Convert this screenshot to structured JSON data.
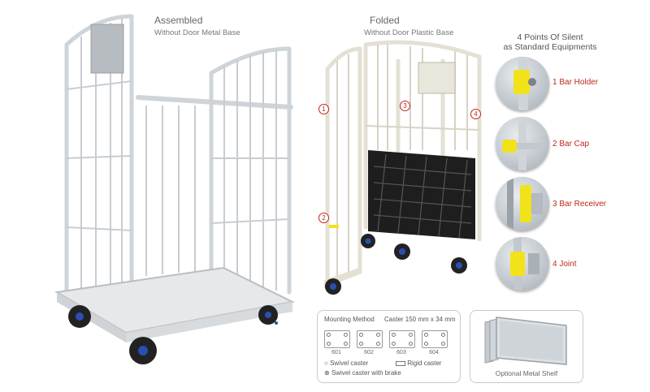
{
  "assembled": {
    "title": "Assembled",
    "subtitle": "Without Door Metal Base"
  },
  "folded": {
    "title": "Folded",
    "subtitle": "Without Door Plastic Base"
  },
  "points": {
    "heading": [
      "4 Points Of Silent",
      "as Standard Equipments"
    ],
    "items": [
      {
        "num": "1",
        "label": "Bar Holder"
      },
      {
        "num": "2",
        "label": "Bar Cap"
      },
      {
        "num": "3",
        "label": "Bar Receiver"
      },
      {
        "num": "4",
        "label": "Joint"
      }
    ]
  },
  "mounting": {
    "title": "Mounting Method",
    "caster": "Caster  150 mm x 34 mm",
    "plates": [
      "601",
      "602",
      "603",
      "604"
    ],
    "legend": {
      "swivel": "Swivel caster",
      "rigid": "Rigid caster",
      "brake": "Swivel caster with brake"
    }
  },
  "shelf": {
    "caption": "Optional Metal Shelf"
  },
  "colors": {
    "frame": "#dfe3e7",
    "accent_red": "#c0281c",
    "yellow_cap": "#f2e21a",
    "base_plastic": "#1e1e1e"
  }
}
